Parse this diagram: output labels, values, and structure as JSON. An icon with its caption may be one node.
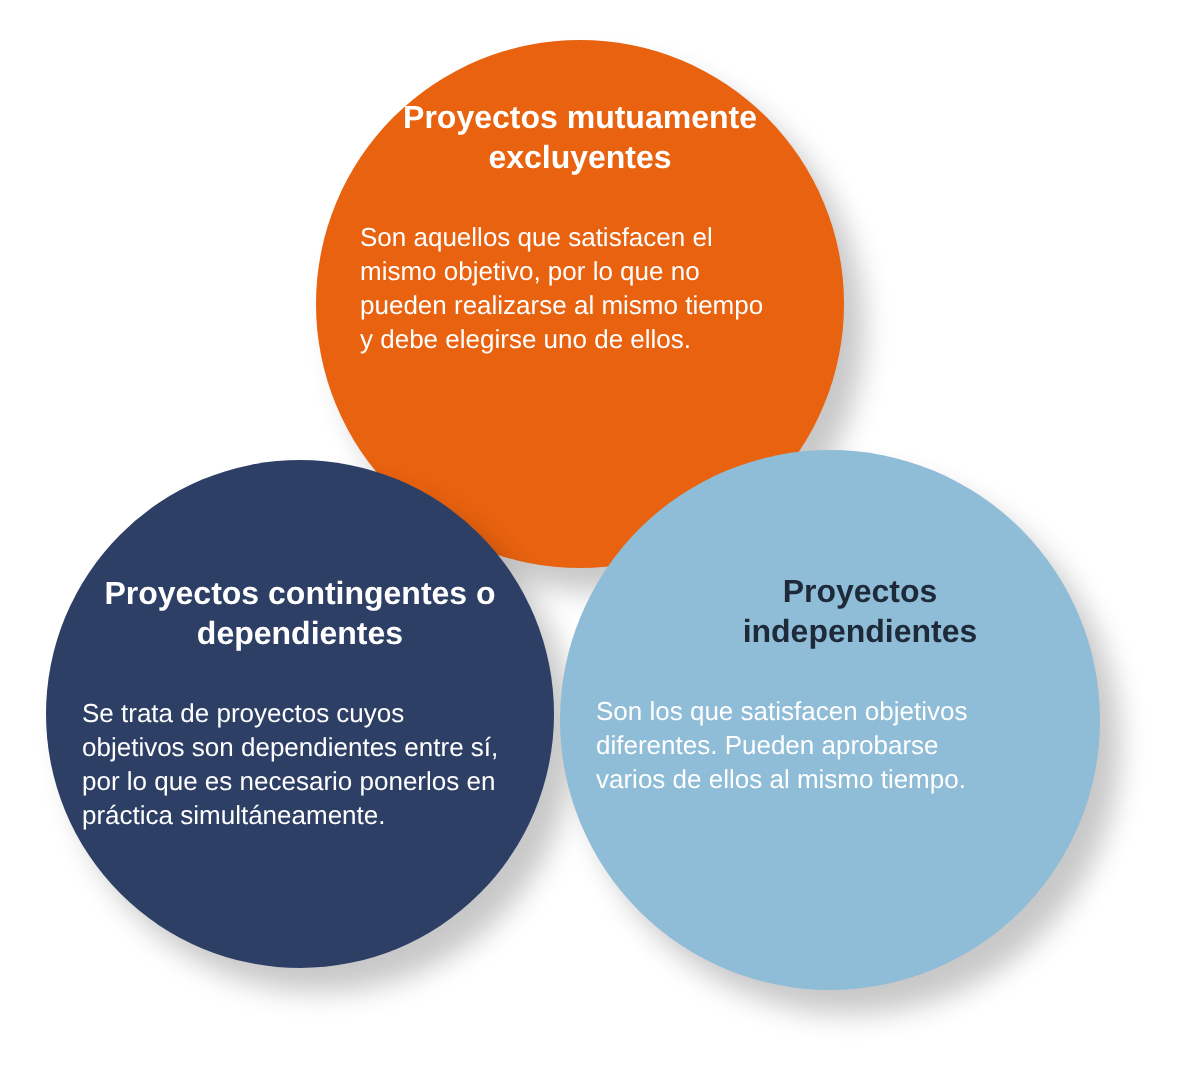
{
  "diagram": {
    "nodes": [
      {
        "text": [
          "Proyectos mutuamente excluyentes",
          "Son aquellos que satisfacen el mismo objetivo, por lo que no pueden realizarse al mismo tiempo y debe elegirse uno de ellos."
        ]
      },
      {
        "text": [
          "Proyectos contingentes o dependientes",
          "Se trata de proyectos cuyos objetivos son dependientes entre sí, por lo que es necesario ponerlos en práctica simultáneamente."
        ]
      },
      {
        "text": [
          "Proyectos independientes",
          "Son los que satisfacen objetivos diferentes. Pueden aprobarse varios de ellos al mismo tiempo."
        ]
      }
    ],
    "edges": []
  }
}
